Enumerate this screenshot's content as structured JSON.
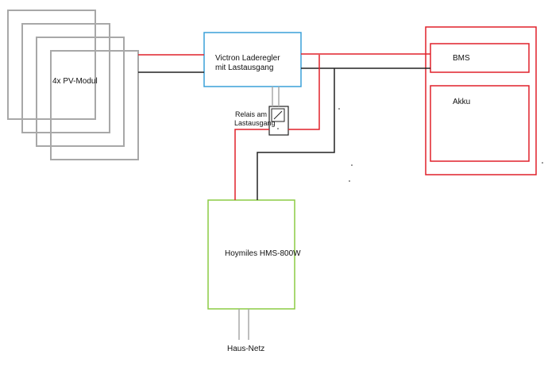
{
  "pv": {
    "label": "4x PV-Modul"
  },
  "victron": {
    "line1": "Victron Laderegler",
    "line2": "mit Lastausgang"
  },
  "relay": {
    "line1": "Relais am",
    "line2": "Lastausgang"
  },
  "battery": {
    "bms_label": "BMS",
    "akku_label": "Akku"
  },
  "inverter": {
    "label": "Hoymiles HMS-800W"
  },
  "grid": {
    "label": "Haus-Netz"
  },
  "colors": {
    "pv_frame": "#a8a8a8",
    "victron_border": "#3aa0d8",
    "battery_border": "#e0202a",
    "inverter_border": "#8ccc44",
    "positive_wire": "#e0202a",
    "negative_wire": "#222222",
    "ac_wire": "#a8a8a8"
  }
}
